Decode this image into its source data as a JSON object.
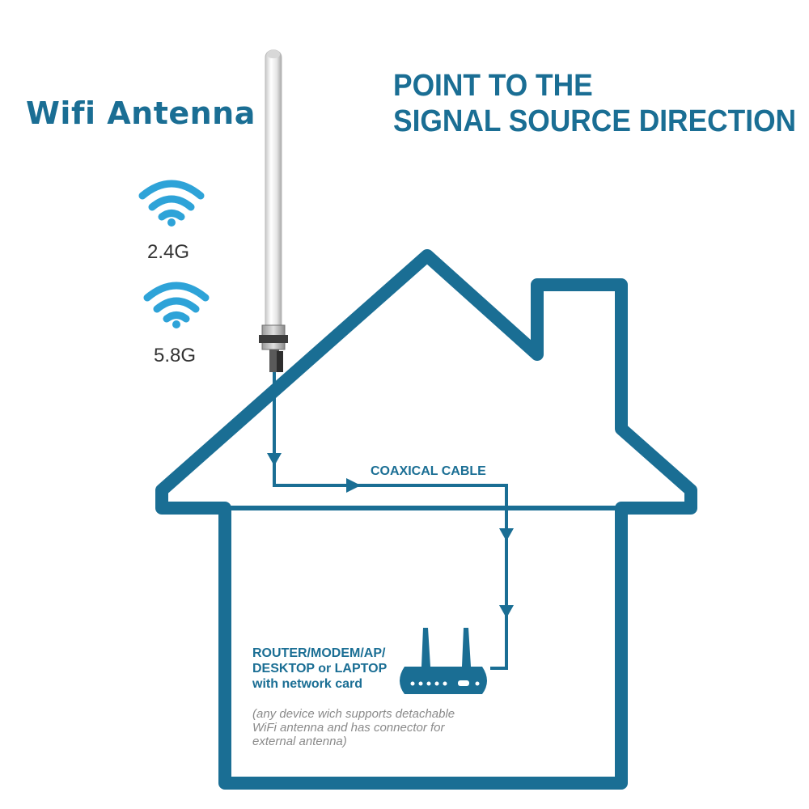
{
  "title": "Wifi Antenna",
  "headline": [
    "POINT TO THE",
    "SIGNAL SOURCE DIRECTION"
  ],
  "bands": [
    "2.4G",
    "5.8G"
  ],
  "cable_label": "COAXICAL CABLE",
  "device_label": [
    "ROUTER/MODEM/AP/",
    "DESKTOP or LAPTOP",
    "with network card"
  ],
  "device_note": [
    "(any device wich supports detachable",
    "WiFi antenna and has connector for",
    "external antenna)"
  ],
  "colors": {
    "house": "#1a6e94",
    "text": "#1a6e94",
    "wifi": "#2ea3d8",
    "note": "#8a8a8a"
  },
  "icons": [
    "wifi-icon",
    "wifi-icon",
    "antenna-icon",
    "router-icon",
    "arrow-icon"
  ]
}
